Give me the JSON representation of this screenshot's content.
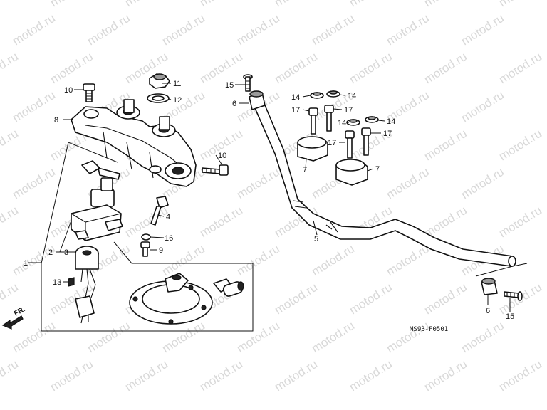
{
  "watermark": "motod.ru",
  "diagram_code": "MS93-F0501",
  "front_marker": "FR.",
  "callouts": {
    "c1": "1",
    "c2": "2",
    "c3": "3",
    "c4": "4",
    "c5": "5",
    "c6a": "6",
    "c6b": "6",
    "c7a": "7",
    "c7b": "7",
    "c8": "8",
    "c9": "9",
    "c10a": "10",
    "c10b": "10",
    "c11": "11",
    "c12": "12",
    "c13": "13",
    "c14a": "14",
    "c14b": "14",
    "c14c": "14",
    "c14d": "14",
    "c15a": "15",
    "c15b": "15",
    "c16": "16",
    "c17a": "17",
    "c17b": "17",
    "c17c": "17",
    "c17d": "17"
  }
}
